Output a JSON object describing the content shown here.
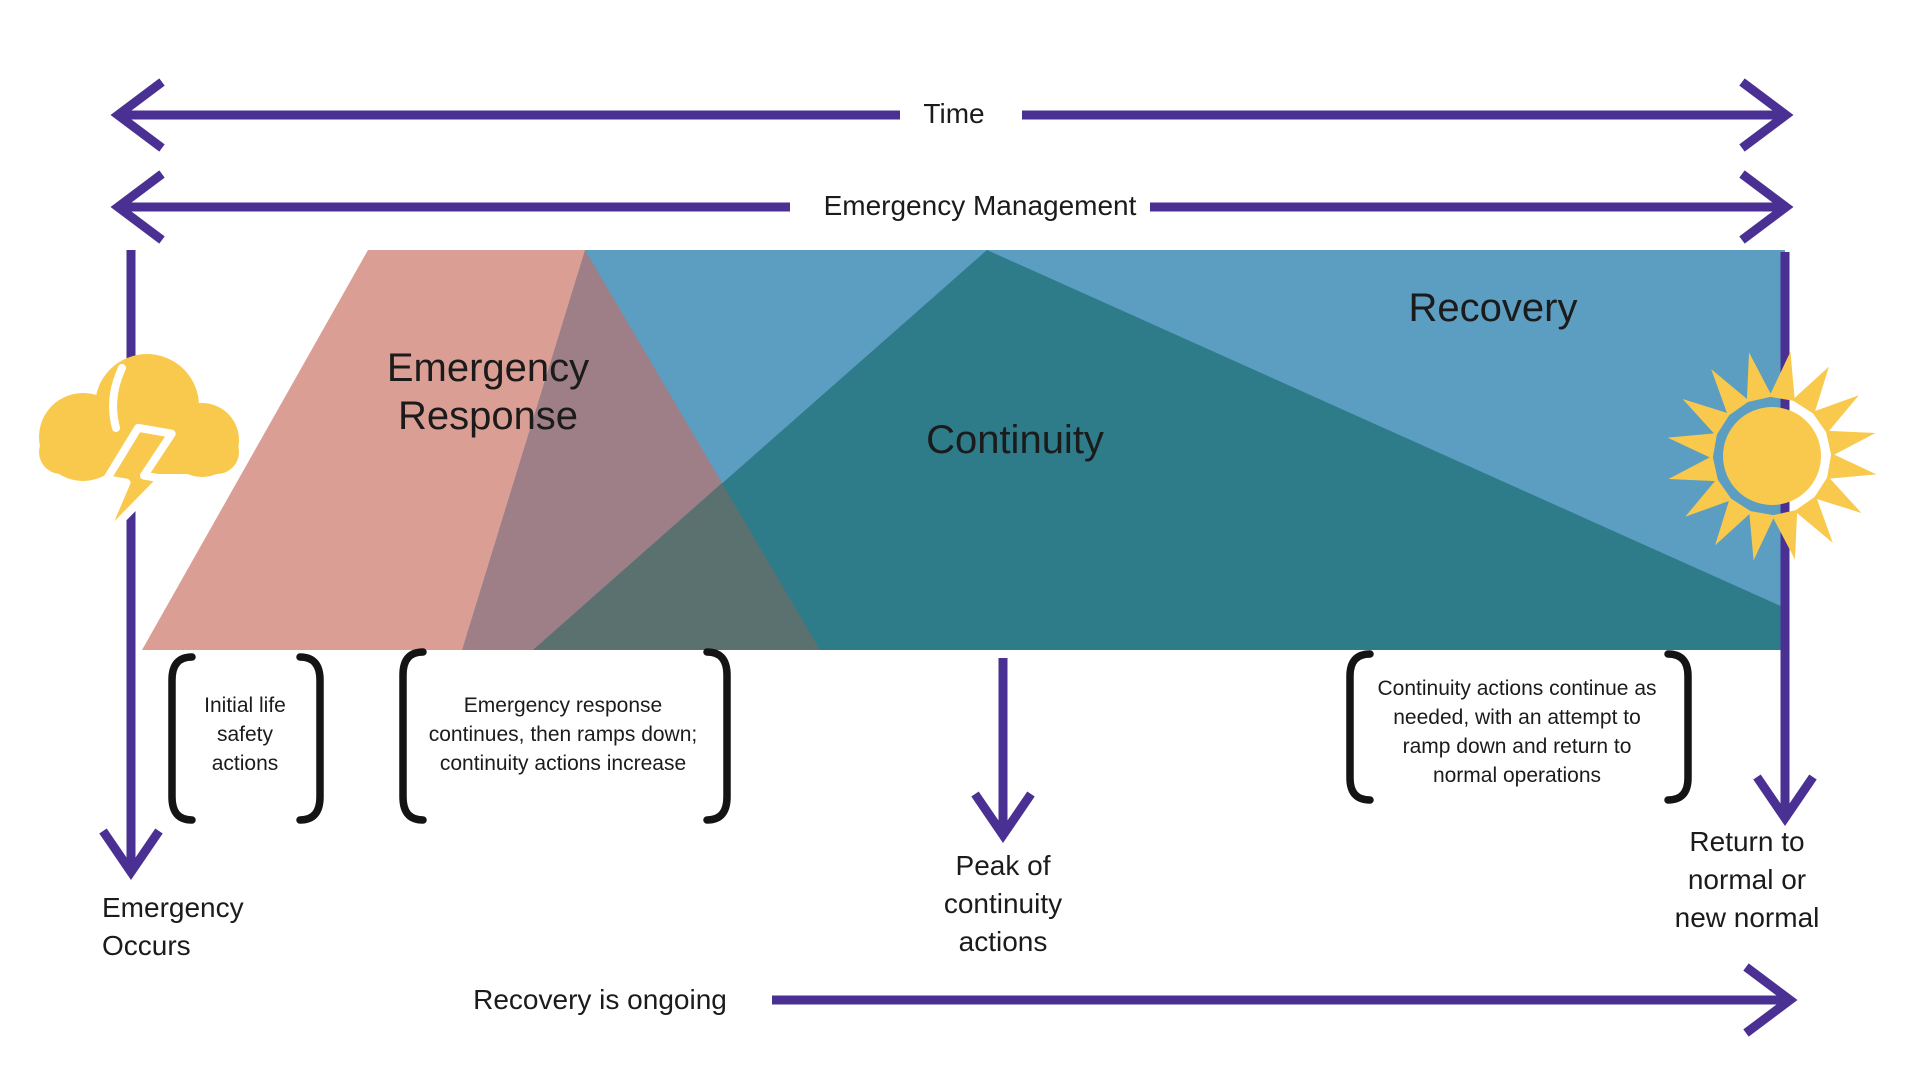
{
  "colors": {
    "purple": "#4A3093",
    "pink": "#DB9E94",
    "mauve": "#9E7E87",
    "blue": "#5C9DC2",
    "teal": "#2E7B8A",
    "overlap_dark": "#5A7170",
    "yellow": "#F8C94C",
    "bracket": "#141414",
    "text": "#1B1B1B"
  },
  "timeline": {
    "time_label": "Time",
    "management_label": "Emergency Management"
  },
  "phases": {
    "emergency_response": "Emergency\nResponse",
    "continuity": "Continuity",
    "recovery": "Recovery"
  },
  "annotations": {
    "initial_actions": "Initial life\nsafety\nactions",
    "ramp_down": "Emergency response\ncontinues, then ramps down;\ncontinuity actions increase",
    "continue_as_needed": "Continuity actions continue as\nneeded, with an attempt to\nramp down and return to\nnormal operations",
    "peak": "Peak of\ncontinuity\nactions",
    "emergency_occurs": "Emergency\nOccurs",
    "return_to_normal": "Return to\nnormal or\nnew normal",
    "recovery_ongoing": "Recovery is ongoing"
  },
  "icons": {
    "storm": "storm-cloud-with-lightning",
    "sun": "sun-with-rays"
  }
}
